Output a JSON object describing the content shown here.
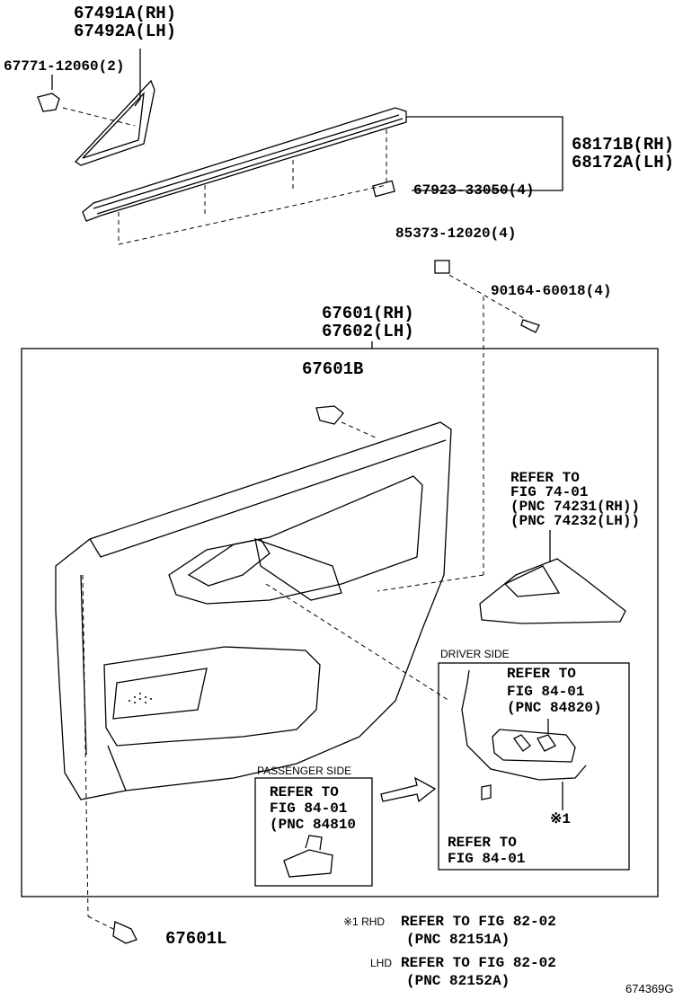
{
  "parts": {
    "corner_cover": {
      "rh": "67491A(RH)",
      "lh": "67492A(LH)"
    },
    "corner_clip": "67771-12060(2)",
    "weatherstrip": {
      "rh": "68171B(RH)",
      "lh": "68172A(LH)"
    },
    "weatherstrip_clip": "67923-33050(4)",
    "nut": "85373-12020(4)",
    "screw": "90164-60018(4)",
    "door_trim": {
      "rh": "67601(RH)",
      "lh": "67602(LH)"
    },
    "trim_clip_b": "67601B",
    "trim_clip_l": "67601L"
  },
  "refs": {
    "fig74": [
      "REFER TO",
      "FIG 74-01",
      "(PNC 74231(RH))",
      "(PNC 74232(LH))"
    ],
    "driver_side": {
      "title": "DRIVER SIDE",
      "ref_top": [
        "REFER TO",
        "FIG 84-01",
        "(PNC 84820)"
      ],
      "ref_bottom": [
        "REFER TO",
        "FIG 84-01"
      ],
      "mark": "※1"
    },
    "passenger_side": {
      "title": "PASSENGER SIDE",
      "ref": [
        "REFER TO",
        "FIG 84-01",
        "(PNC 84810"
      ]
    }
  },
  "notes": {
    "rhd": {
      "mark": "※1 RHD",
      "line1": "REFER TO FIG 82-02",
      "line2": "(PNC 82151A)"
    },
    "lhd": {
      "mark": "LHD",
      "line1": "REFER TO FIG 82-02",
      "line2": "(PNC 82152A)"
    }
  },
  "figure_id": "674369G"
}
